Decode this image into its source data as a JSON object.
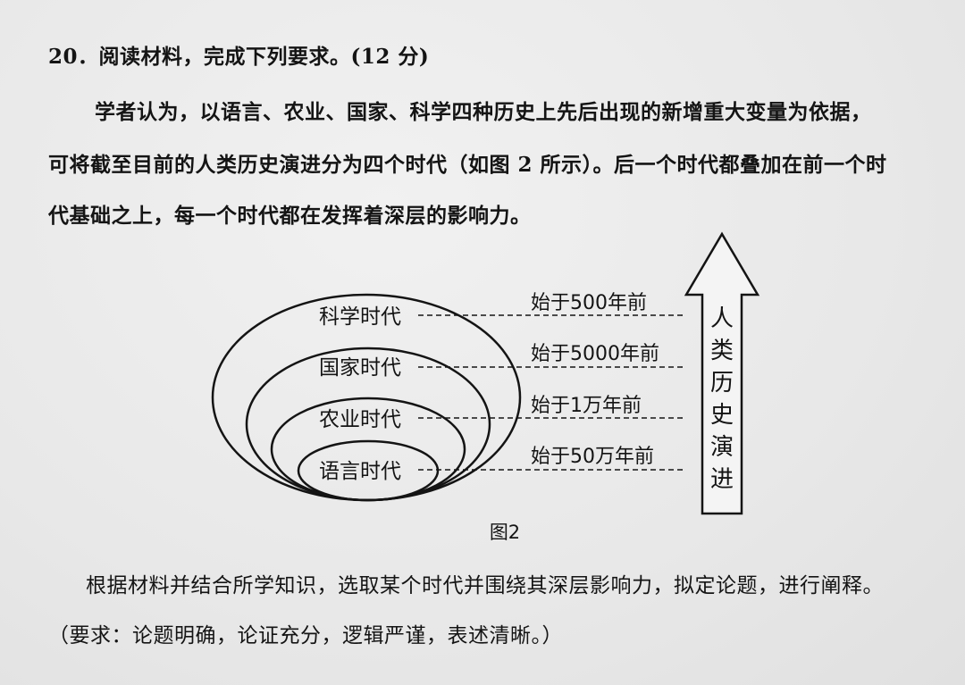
{
  "question": {
    "header": "20．阅读材料，完成下列要求。(12 分)",
    "paragraph_lines": [
      "学者认为，以语言、农业、国家、科学四种历史上先后出现的新增重大变量为依据，",
      "可将截至目前的人类历史演进分为四个时代（如图 2 所示）。后一个时代都叠加在前一个时",
      "代基础之上，每一个时代都在发挥着深层的影响力。"
    ],
    "task": "根据材料并结合所学知识，选取某个时代并围绕其深层影响力，拟定论题，进行阐释。",
    "requirements": "（要求：论题明确，论证充分，逻辑严谨，表述清晰。）"
  },
  "figure": {
    "caption": "图2",
    "eras": [
      {
        "name": "科学时代",
        "start": "始于500年前"
      },
      {
        "name": "国家时代",
        "start": "始于5000年前"
      },
      {
        "name": "农业时代",
        "start": "始于1万年前"
      },
      {
        "name": "语言时代",
        "start": "始于50万年前"
      }
    ],
    "arrow_chars": [
      "人",
      "类",
      "历",
      "史",
      "演",
      "进"
    ]
  }
}
